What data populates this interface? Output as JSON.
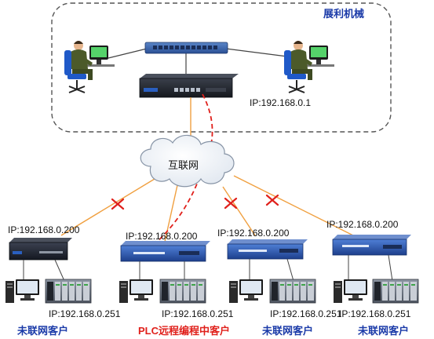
{
  "company": {
    "name": "展利机械",
    "router_ip": "IP:192.168.0.1"
  },
  "cloud": {
    "label": "互联网"
  },
  "sites": [
    {
      "ip": "IP:192.168.0.200",
      "plc_ip": "IP:192.168.0.251",
      "caption": "未联网客户",
      "status": "offline"
    },
    {
      "ip": "IP:192.168.0.200",
      "plc_ip": "IP:192.168.0.251",
      "caption": "PLC远程编程中客户",
      "status": "programming"
    },
    {
      "ip": "IP:192.168.0.200",
      "plc_ip": "IP:192.168.0.251",
      "caption": "未联网客户",
      "status": "offline"
    },
    {
      "ip": "IP:192.168.0.200",
      "plc_ip": "IP:192.168.0.251",
      "caption": "未联网客户",
      "status": "offline"
    }
  ],
  "colors": {
    "company_label": "#1a3aa8",
    "customer_caption": "#1a3aa8",
    "active_caption": "#e0201b",
    "link_line": "#f0a040",
    "vpn_line": "#e0201b",
    "cross": "#e0201b",
    "dashed_border": "#555555"
  }
}
